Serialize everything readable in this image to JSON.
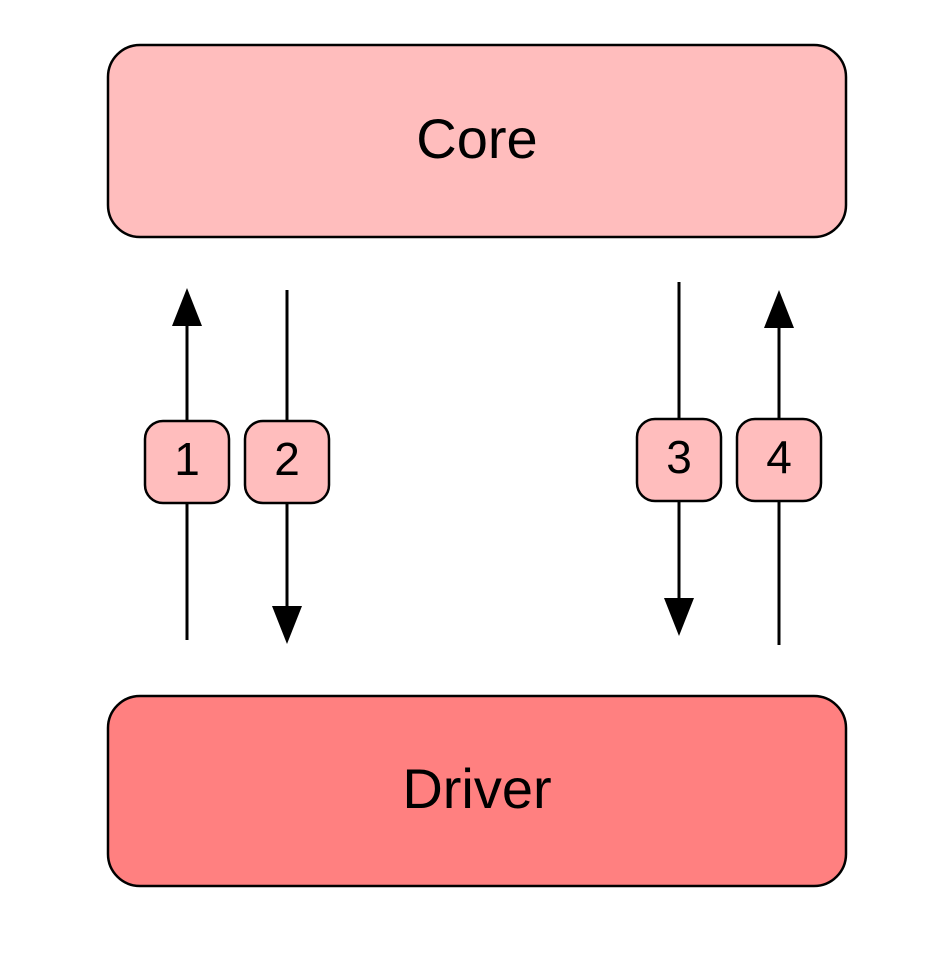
{
  "boxes": {
    "core": {
      "label": "Core",
      "fill": "#ffbdbd"
    },
    "driver": {
      "label": "Driver",
      "fill": "#ff8080"
    }
  },
  "arrows": [
    {
      "label": "1",
      "direction": "up",
      "from": "Driver",
      "to": "Core"
    },
    {
      "label": "2",
      "direction": "down",
      "from": "Core",
      "to": "Driver"
    },
    {
      "label": "3",
      "direction": "down",
      "from": "Core",
      "to": "Driver"
    },
    {
      "label": "4",
      "direction": "up",
      "from": "Driver",
      "to": "Core"
    }
  ],
  "colors": {
    "badge_fill": "#ffbdbd",
    "stroke": "#000000"
  }
}
